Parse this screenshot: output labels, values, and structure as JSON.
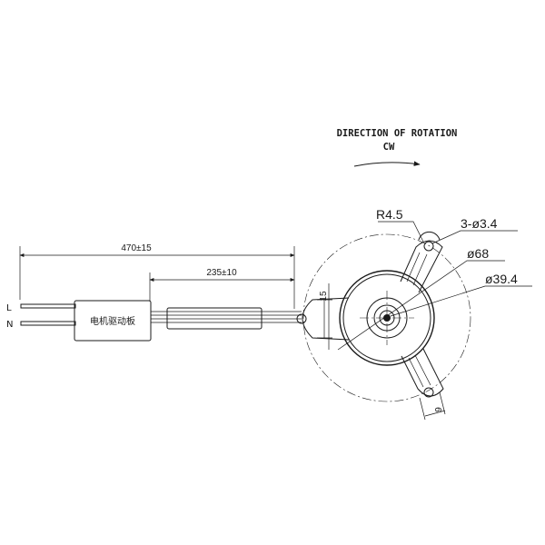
{
  "rotation": {
    "heading": "DIRECTION OF ROTATION",
    "direction": "CW"
  },
  "dimensions": {
    "cable_total": "470±15",
    "cable_to_box": "235±10",
    "tab_width": "15",
    "slot_width": "9",
    "corner_radius": "R4.5",
    "holes": "3-ø3.4",
    "outer_diameter": "ø68",
    "inner_diameter": "ø39.4"
  },
  "wires": {
    "live": "L",
    "neutral": "N"
  },
  "driver_box": {
    "label": "电机驱动板"
  }
}
